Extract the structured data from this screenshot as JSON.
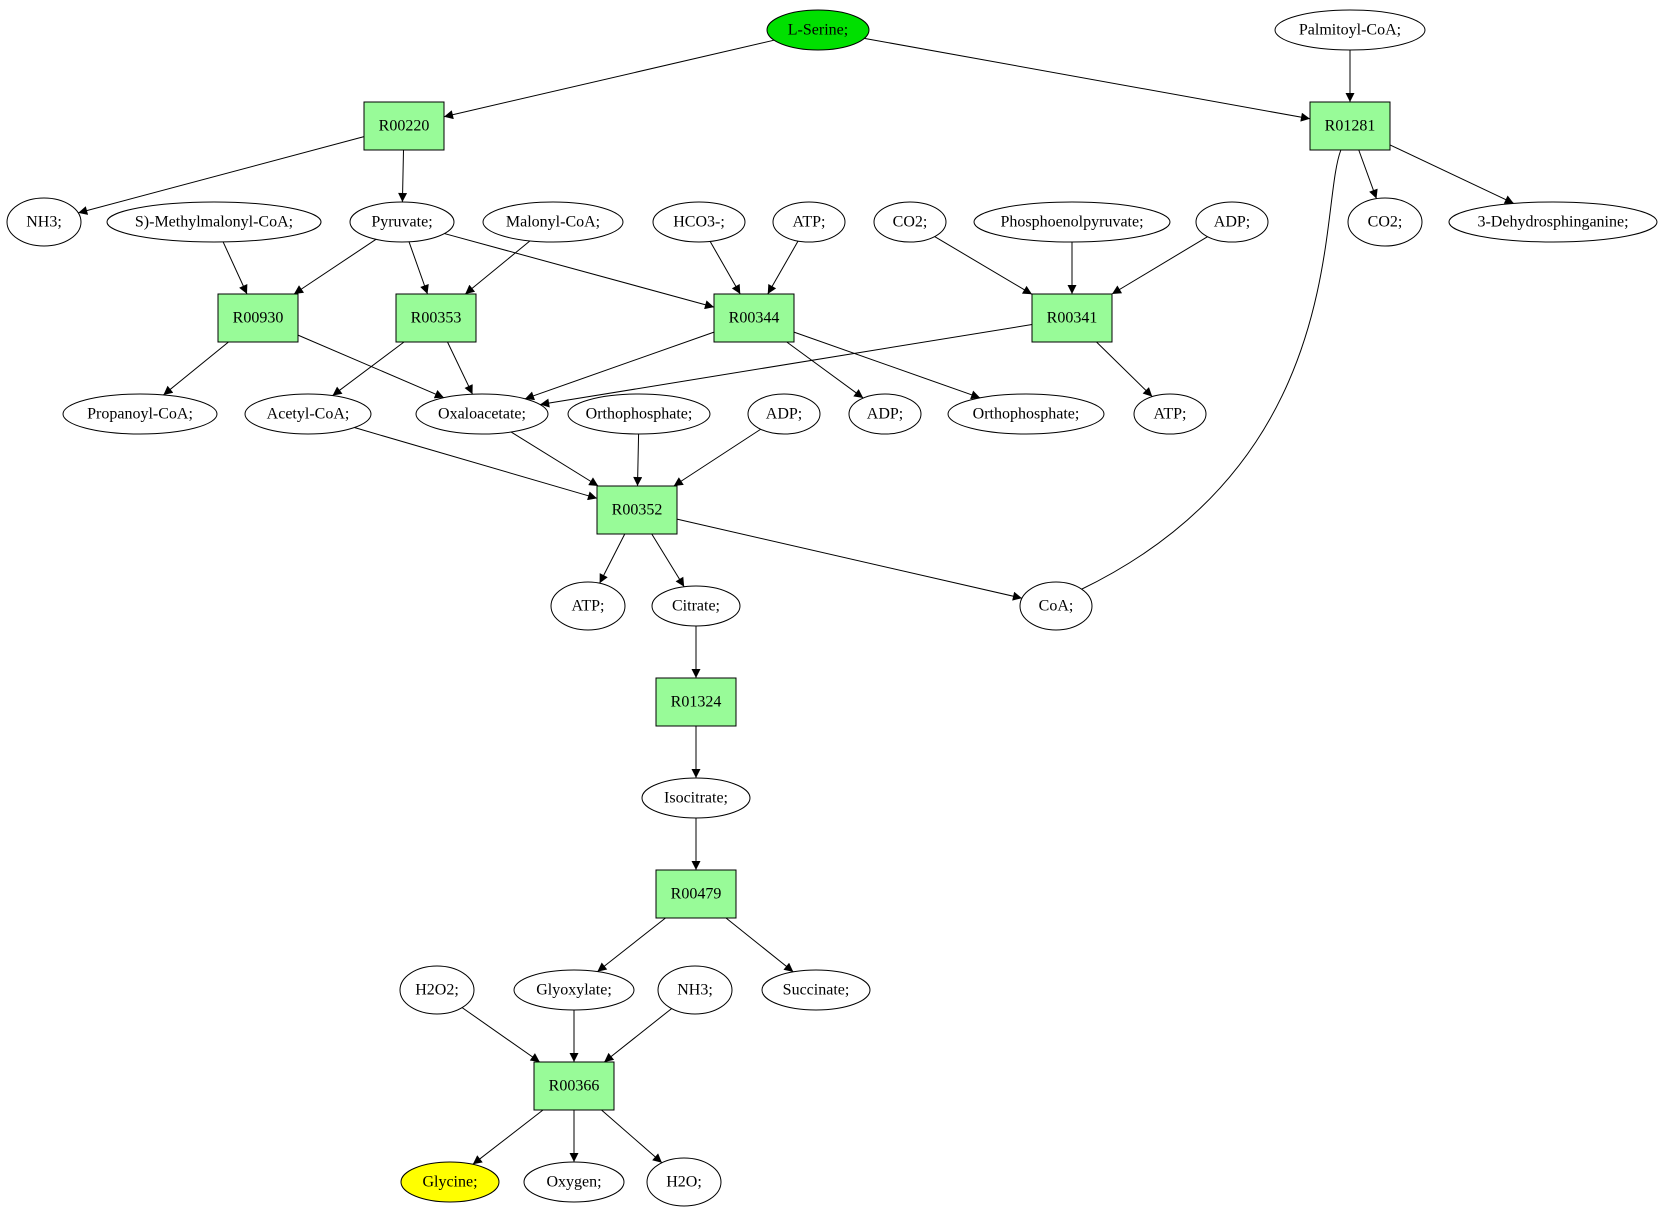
{
  "colors": {
    "compound_fill": "#ffffff",
    "reaction_fill": "#98fb98",
    "source_fill": "#00e000",
    "target_fill": "#ffff00",
    "stroke": "#000000"
  },
  "nodes": [
    {
      "id": "l_serine",
      "label": "L-Serine;",
      "kind": "source"
    },
    {
      "id": "palmitoyl_coa",
      "label": "Palmitoyl-CoA;",
      "kind": "compound"
    },
    {
      "id": "r00220",
      "label": "R00220",
      "kind": "reaction"
    },
    {
      "id": "r01281",
      "label": "R01281",
      "kind": "reaction"
    },
    {
      "id": "nh3_a",
      "label": "NH3;",
      "kind": "compound"
    },
    {
      "id": "methylmalonyl_coa",
      "label": "S)-Methylmalonyl-CoA;",
      "kind": "compound"
    },
    {
      "id": "pyruvate",
      "label": "Pyruvate;",
      "kind": "compound"
    },
    {
      "id": "malonyl_coa",
      "label": "Malonyl-CoA;",
      "kind": "compound"
    },
    {
      "id": "hco3",
      "label": "HCO3-;",
      "kind": "compound"
    },
    {
      "id": "atp_a",
      "label": "ATP;",
      "kind": "compound"
    },
    {
      "id": "co2_a",
      "label": "CO2;",
      "kind": "compound"
    },
    {
      "id": "pep",
      "label": "Phosphoenolpyruvate;",
      "kind": "compound"
    },
    {
      "id": "adp_a",
      "label": "ADP;",
      "kind": "compound"
    },
    {
      "id": "co2_b",
      "label": "CO2;",
      "kind": "compound"
    },
    {
      "id": "dehydrosphinganine",
      "label": "3-Dehydrosphinganine;",
      "kind": "compound"
    },
    {
      "id": "r00930",
      "label": "R00930",
      "kind": "reaction"
    },
    {
      "id": "r00353",
      "label": "R00353",
      "kind": "reaction"
    },
    {
      "id": "r00344",
      "label": "R00344",
      "kind": "reaction"
    },
    {
      "id": "r00341",
      "label": "R00341",
      "kind": "reaction"
    },
    {
      "id": "propanoyl_coa",
      "label": "Propanoyl-CoA;",
      "kind": "compound"
    },
    {
      "id": "acetyl_coa",
      "label": "Acetyl-CoA;",
      "kind": "compound"
    },
    {
      "id": "oxaloacetate",
      "label": "Oxaloacetate;",
      "kind": "compound"
    },
    {
      "id": "orthophosphate_a",
      "label": "Orthophosphate;",
      "kind": "compound"
    },
    {
      "id": "adp_b",
      "label": "ADP;",
      "kind": "compound"
    },
    {
      "id": "adp_c",
      "label": "ADP;",
      "kind": "compound"
    },
    {
      "id": "orthophosphate_b",
      "label": "Orthophosphate;",
      "kind": "compound"
    },
    {
      "id": "atp_b",
      "label": "ATP;",
      "kind": "compound"
    },
    {
      "id": "r00352",
      "label": "R00352",
      "kind": "reaction"
    },
    {
      "id": "atp_c",
      "label": "ATP;",
      "kind": "compound"
    },
    {
      "id": "citrate",
      "label": "Citrate;",
      "kind": "compound"
    },
    {
      "id": "coa",
      "label": "CoA;",
      "kind": "compound"
    },
    {
      "id": "r01324",
      "label": "R01324",
      "kind": "reaction"
    },
    {
      "id": "isocitrate",
      "label": "Isocitrate;",
      "kind": "compound"
    },
    {
      "id": "r00479",
      "label": "R00479",
      "kind": "reaction"
    },
    {
      "id": "h2o2",
      "label": "H2O2;",
      "kind": "compound"
    },
    {
      "id": "glyoxylate",
      "label": "Glyoxylate;",
      "kind": "compound"
    },
    {
      "id": "nh3_b",
      "label": "NH3;",
      "kind": "compound"
    },
    {
      "id": "succinate",
      "label": "Succinate;",
      "kind": "compound"
    },
    {
      "id": "r00366",
      "label": "R00366",
      "kind": "reaction"
    },
    {
      "id": "glycine",
      "label": "Glycine;",
      "kind": "target"
    },
    {
      "id": "oxygen",
      "label": "Oxygen;",
      "kind": "compound"
    },
    {
      "id": "h2o",
      "label": "H2O;",
      "kind": "compound"
    }
  ],
  "edges": [
    [
      "l_serine",
      "r00220"
    ],
    [
      "l_serine",
      "r01281"
    ],
    [
      "palmitoyl_coa",
      "r01281"
    ],
    [
      "r00220",
      "nh3_a"
    ],
    [
      "r00220",
      "pyruvate"
    ],
    [
      "r01281",
      "co2_b"
    ],
    [
      "r01281",
      "dehydrosphinganine"
    ],
    [
      "r01281",
      "coa"
    ],
    [
      "methylmalonyl_coa",
      "r00930"
    ],
    [
      "pyruvate",
      "r00930"
    ],
    [
      "pyruvate",
      "r00353"
    ],
    [
      "pyruvate",
      "r00344"
    ],
    [
      "malonyl_coa",
      "r00353"
    ],
    [
      "hco3",
      "r00344"
    ],
    [
      "atp_a",
      "r00344"
    ],
    [
      "co2_a",
      "r00341"
    ],
    [
      "pep",
      "r00341"
    ],
    [
      "adp_a",
      "r00341"
    ],
    [
      "r00930",
      "propanoyl_coa"
    ],
    [
      "r00930",
      "oxaloacetate"
    ],
    [
      "r00353",
      "acetyl_coa"
    ],
    [
      "r00353",
      "oxaloacetate"
    ],
    [
      "r00344",
      "oxaloacetate"
    ],
    [
      "r00344",
      "adp_c"
    ],
    [
      "r00344",
      "orthophosphate_b"
    ],
    [
      "r00341",
      "oxaloacetate"
    ],
    [
      "r00341",
      "atp_b"
    ],
    [
      "acetyl_coa",
      "r00352"
    ],
    [
      "oxaloacetate",
      "r00352"
    ],
    [
      "orthophosphate_a",
      "r00352"
    ],
    [
      "adp_b",
      "r00352"
    ],
    [
      "r00352",
      "atp_c"
    ],
    [
      "r00352",
      "citrate"
    ],
    [
      "r00352",
      "coa"
    ],
    [
      "citrate",
      "r01324"
    ],
    [
      "r01324",
      "isocitrate"
    ],
    [
      "isocitrate",
      "r00479"
    ],
    [
      "r00479",
      "glyoxylate"
    ],
    [
      "r00479",
      "succinate"
    ],
    [
      "h2o2",
      "r00366"
    ],
    [
      "glyoxylate",
      "r00366"
    ],
    [
      "nh3_b",
      "r00366"
    ],
    [
      "r00366",
      "glycine"
    ],
    [
      "r00366",
      "oxygen"
    ],
    [
      "r00366",
      "h2o"
    ]
  ]
}
